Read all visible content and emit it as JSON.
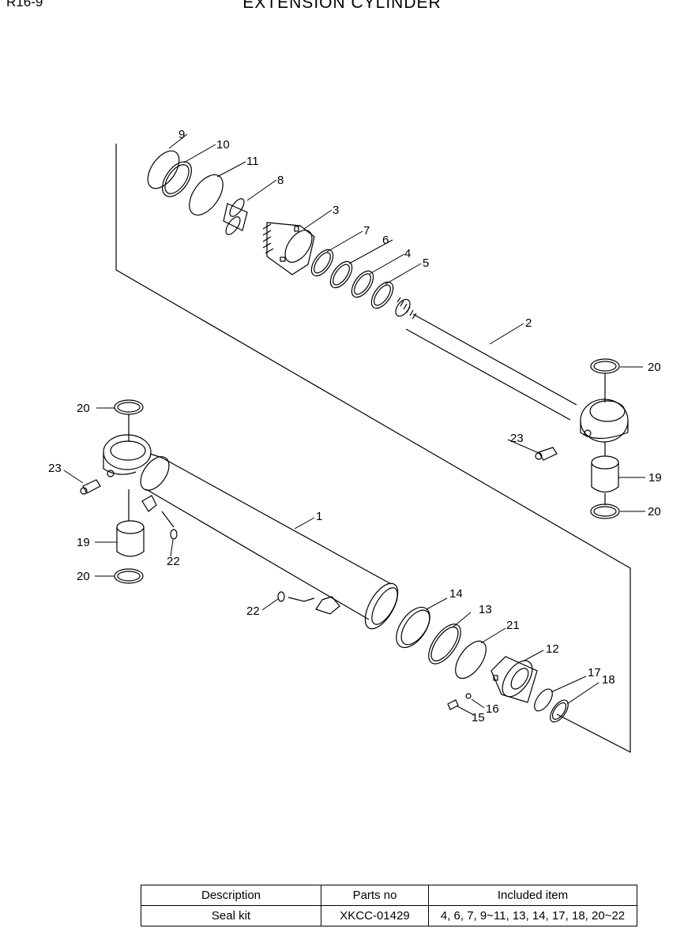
{
  "page": {
    "code": "R16-9",
    "title": "EXTENSION CYLINDER"
  },
  "callouts": {
    "c1": "1",
    "c2": "2",
    "c3": "3",
    "c4": "4",
    "c5": "5",
    "c6": "6",
    "c7": "7",
    "c8": "8",
    "c9": "9",
    "c10": "10",
    "c11": "11",
    "c12": "12",
    "c13": "13",
    "c14": "14",
    "c15": "15",
    "c16": "16",
    "c17": "17",
    "c18": "18",
    "c19a": "19",
    "c19b": "19",
    "c20a": "20",
    "c20b": "20",
    "c20c": "20",
    "c20d": "20",
    "c21": "21",
    "c22a": "22",
    "c22b": "22",
    "c23a": "23",
    "c23b": "23"
  },
  "seal_kit_table": {
    "headers": {
      "description": "Description",
      "parts_no": "Parts no",
      "included": "Included item"
    },
    "row": {
      "description": "Seal kit",
      "parts_no": "XKCC-01429",
      "included": "4, 6, 7, 9~11, 13, 14, 17, 18, 20~22"
    }
  }
}
